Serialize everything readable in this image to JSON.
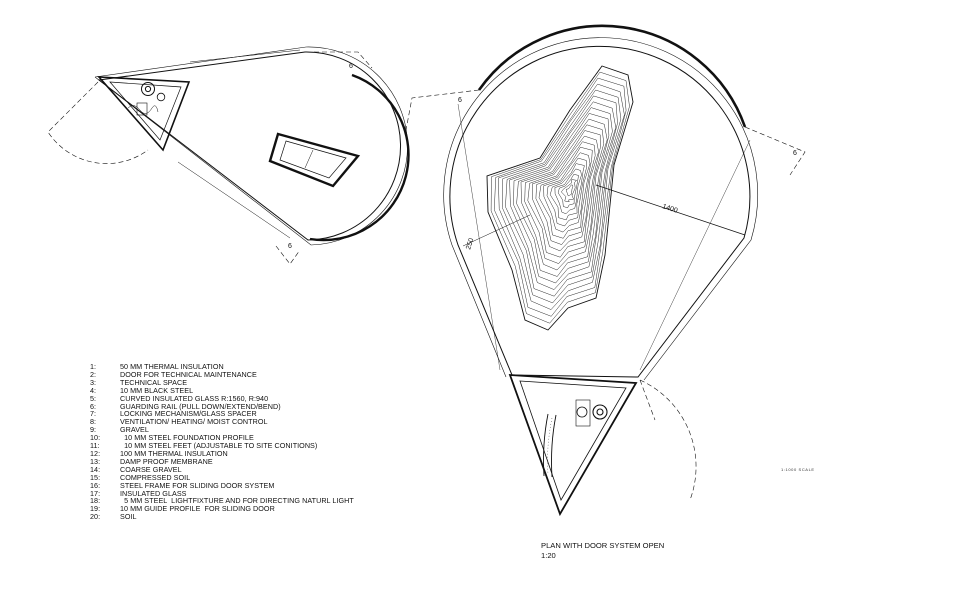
{
  "legend": [
    {
      "num": "1:",
      "text": "50 MM THERMAL INSULATION"
    },
    {
      "num": "2:",
      "text": "DOOR FOR TECHNICAL MAINTENANCE"
    },
    {
      "num": "3:",
      "text": "TECHNICAL SPACE"
    },
    {
      "num": "4:",
      "text": "10 MM BLACK STEEL"
    },
    {
      "num": "5:",
      "text": "CURVED INSULATED GLASS R:1560, R:940"
    },
    {
      "num": "6:",
      "text": "GUARDING RAIL (PULL DOWN/EXTEND/BEND)"
    },
    {
      "num": "7:",
      "text": "LOCKING MECHANISM/GLASS SPACER"
    },
    {
      "num": "8:",
      "text": "VENTILATION/ HEATING/ MOIST CONTROL"
    },
    {
      "num": "9:",
      "text": "GRAVEL"
    },
    {
      "num": "10:",
      "text": "  10 MM STEEL FOUNDATION PROFILE"
    },
    {
      "num": "11:",
      "text": "  10 MM STEEL FEET (ADJUSTABLE TO SITE CONITIONS)"
    },
    {
      "num": "12:",
      "text": "100 MM THERMAL INSULATION"
    },
    {
      "num": "13:",
      "text": "DAMP PROOF MEMBRANE"
    },
    {
      "num": "14:",
      "text": "COARSE GRAVEL"
    },
    {
      "num": "15:",
      "text": "COMPRESSED SOIL"
    },
    {
      "num": "16:",
      "text": "STEEL FRAME FOR SLIDING DOOR SYSTEM"
    },
    {
      "num": "17:",
      "text": "INSULATED GLASS"
    },
    {
      "num": "18:",
      "text": "  5 MM STEEL  LIGHTFIXTURE AND FOR DIRECTING NATURL LIGHT"
    },
    {
      "num": "19:",
      "text": "10 MM GUIDE PROFILE  FOR SLIDING DOOR"
    },
    {
      "num": "20:",
      "text": "SOIL"
    }
  ],
  "caption": {
    "line1": "PLAN WITH DOOR SYSTEM OPEN",
    "line2": "1:20"
  },
  "scale_tag": "1:1000 SCALE",
  "dimensions": {
    "small_top": "6",
    "small_bottom": "6",
    "large_left": "6",
    "large_right": "6",
    "large_radius": "1400",
    "large_offset": "250"
  }
}
